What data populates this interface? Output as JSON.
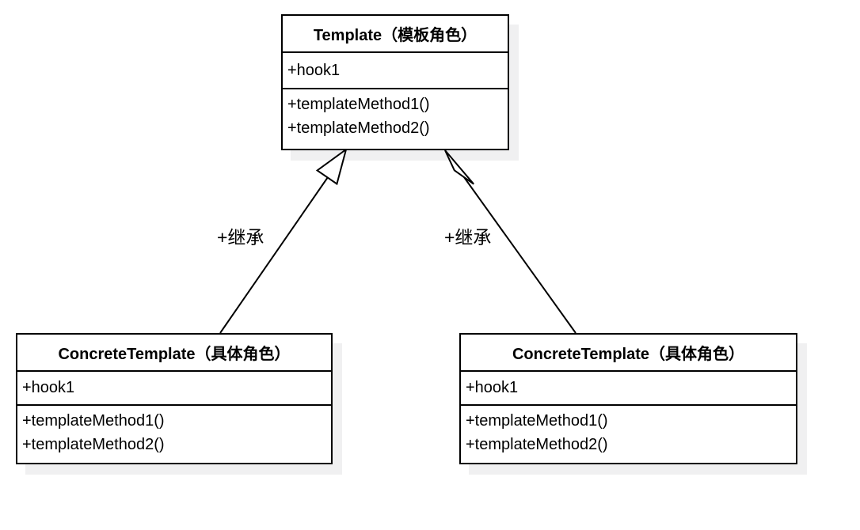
{
  "diagram": {
    "type": "uml-class-diagram",
    "colors": {
      "stroke": "#000000",
      "box_fill": "#ffffff",
      "shadow": "#f0f0f1",
      "background": "#ffffff",
      "text": "#000000"
    },
    "classes": [
      {
        "id": "template",
        "name": "Template（模板角色）",
        "attributes": [
          "+hook1"
        ],
        "methods": [
          "+templateMethod1()",
          "+templateMethod2()"
        ]
      },
      {
        "id": "concrete-left",
        "name": "ConcreteTemplate（具体角色）",
        "attributes": [
          "+hook1"
        ],
        "methods": [
          "+templateMethod1()",
          "+templateMethod2()"
        ]
      },
      {
        "id": "concrete-right",
        "name": "ConcreteTemplate（具体角色）",
        "attributes": [
          "+hook1"
        ],
        "methods": [
          "+templateMethod1()",
          "+templateMethod2()"
        ]
      }
    ],
    "edges": [
      {
        "from": "concrete-left",
        "to": "template",
        "type": "generalization",
        "label": "+继承"
      },
      {
        "from": "concrete-right",
        "to": "template",
        "type": "generalization",
        "label": "+继承"
      }
    ]
  }
}
